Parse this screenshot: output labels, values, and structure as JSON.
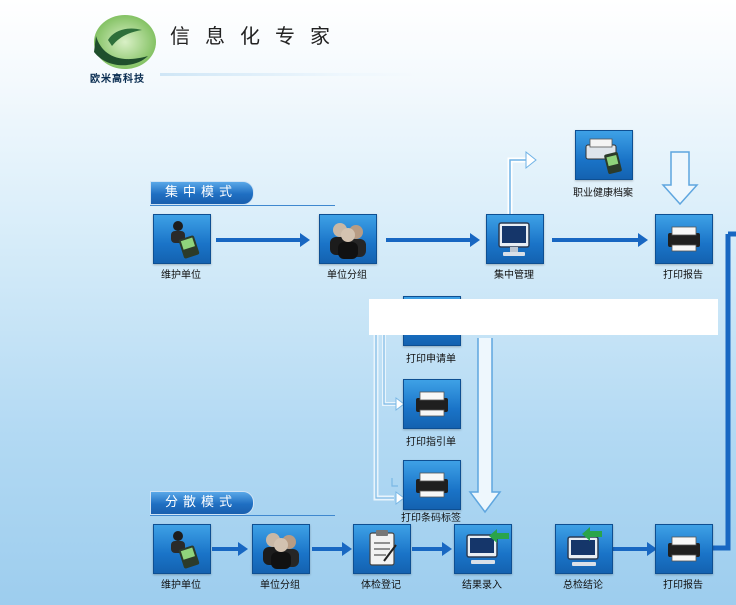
{
  "header": {
    "title": "信息化专家",
    "logo_text": "欧米高科技"
  },
  "modes": {
    "centralized": "集中模式",
    "distributed": "分散模式"
  },
  "nodes": {
    "top_maintain": "维护单位",
    "top_group": "单位分组",
    "top_central": "集中管理",
    "top_print_report": "打印报告",
    "health_archive": "职业健康档案",
    "print_request": "打印申请单",
    "print_guide": "打印指引单",
    "print_barcode": "打印条码标签",
    "bot_maintain": "维护单位",
    "bot_group": "单位分组",
    "bot_register": "体检登记",
    "bot_result": "结果录入",
    "bot_conclusion": "总检结论",
    "bot_print_report": "打印报告"
  },
  "colors": {
    "node_blue": "#1a74c8",
    "arrow_blue": "#1867c2",
    "label_bg": "#1f6fc2"
  }
}
